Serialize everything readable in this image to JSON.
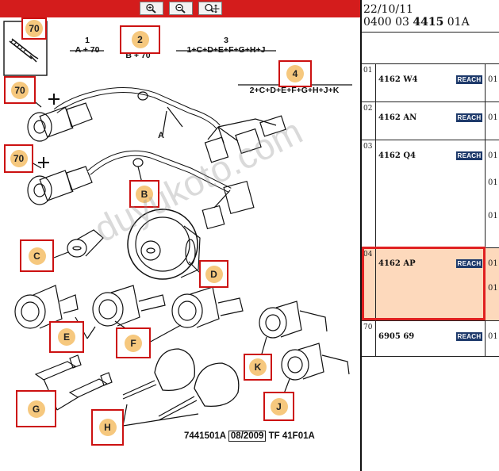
{
  "toolbar": {
    "buttons": [
      {
        "icon": "zoom-in-icon"
      },
      {
        "icon": "zoom-out-icon"
      },
      {
        "icon": "zoom-pan-icon"
      }
    ],
    "color": "#d41c1c"
  },
  "diagram": {
    "callouts": [
      "70",
      "70",
      "70",
      "2",
      "4",
      "B",
      "C",
      "D",
      "E",
      "F",
      "G",
      "H",
      "K",
      "J"
    ],
    "formulas": [
      {
        "num": "1",
        "expr": "A + 70"
      },
      {
        "num": "2",
        "expr": "B + 70"
      },
      {
        "num": "3",
        "expr": "1+C+D+E+F+G+H+J"
      },
      {
        "num": "4",
        "expr": "2+C+D+E+F+G+H+J+K"
      }
    ],
    "part_label_a": "A",
    "footer": {
      "code": "7441501A",
      "date": "08/2009",
      "tf": "TF 41F01A"
    },
    "watermark": "duyukoto.com"
  },
  "panel": {
    "date": "22/10/11",
    "ref_prefix": "0400 03 ",
    "ref_bold": "4415",
    "ref_suffix": " 01A",
    "rows": [
      {
        "index": "01",
        "code": "4162 W4",
        "badge": "REACH",
        "qtys": [
          "01"
        ]
      },
      {
        "index": "02",
        "code": "4162 AN",
        "badge": "REACH",
        "qtys": [
          "01"
        ]
      },
      {
        "index": "03",
        "code": "4162 Q4",
        "badge": "REACH",
        "qtys": [
          "01",
          "01",
          "01"
        ]
      },
      {
        "index": "04",
        "code": "4162 AP",
        "badge": "REACH",
        "qtys": [
          "01",
          "01"
        ]
      },
      {
        "index": "70",
        "code": "6905 69",
        "badge": "REACH",
        "qtys": [
          "01"
        ]
      }
    ],
    "selected_color": "#fdd9bc",
    "badge_color": "#1e3a6b"
  }
}
